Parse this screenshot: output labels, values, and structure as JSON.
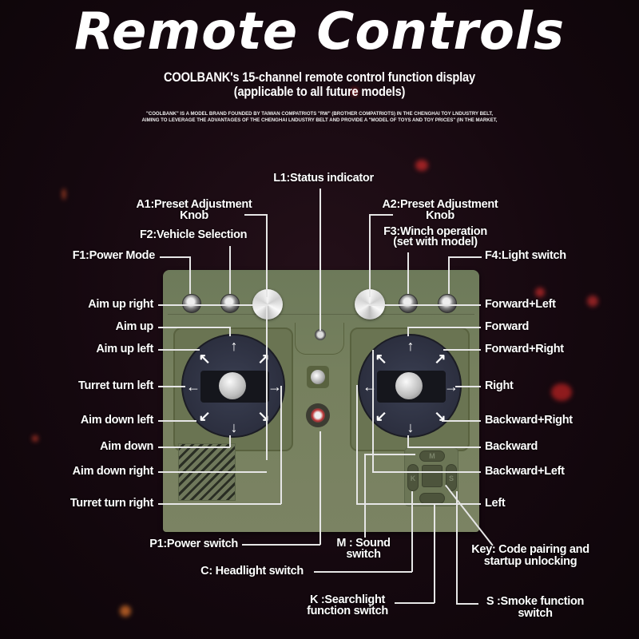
{
  "header": {
    "title": "Remote Controls",
    "subtitle_line1": "COOLBANK's 15-channel remote control function display",
    "subtitle_line2": "(applicable to all future models)",
    "blurb_line1": "\"COOLBANK\" IS A MODEL BRAND FOUNDED BY TAIWAN COMPATRIOTS   \"RW\"  (BROTHER COMPATRIOTS) IN THE CHENGHAI TOY LNDUSTRY BELT,",
    "blurb_line2": "AIMING TO LEVERAGE THE ADVANTAGES OF THE CHENGHAI LNDUSTRY BELT AND PROVIDE A \"MODEL OF TOYS AND TOY PRICES\" (IN THE MARKET,"
  },
  "top_labels": {
    "l1": "L1:Status indicator",
    "a1_line1": "A1:Preset Adjustment",
    "a1_line2": "Knob",
    "f2": "F2:Vehicle Selection",
    "f1": "F1:Power Mode",
    "a2_line1": "A2:Preset Adjustment",
    "a2_line2": "Knob",
    "f3_line1": "F3:Winch operation",
    "f3_line2": "(set with model)",
    "f4": "F4:Light switch"
  },
  "left_stick_labels": [
    "Aim up right",
    "Aim up",
    "Aim up left",
    "Turret turn left",
    "Aim down left",
    "Aim down",
    "Aim down right",
    "Turret turn right"
  ],
  "right_stick_labels": [
    "Forward+Left",
    "Forward",
    "Forward+Right",
    "Right",
    "Backward+Right",
    "Backward",
    "Backward+Left",
    "Left"
  ],
  "bottom_labels": {
    "p1": "P1:Power switch",
    "c": "C: Headlight switch",
    "m_line1": "M : Sound",
    "m_line2": "switch",
    "k_line1": "K :Searchlight",
    "k_line2": "function switch",
    "key_line1": "Key: Code pairing and",
    "key_line2": "startup unlocking",
    "s_line1": "S :Smoke function",
    "s_line2": "switch"
  },
  "dpad": {
    "up": "M",
    "left": "K",
    "right": "S",
    "down": ""
  },
  "colors": {
    "background": "#15080f",
    "controller_body": "#76805e",
    "label_text": "#ffffff",
    "leader_line": "#e6e6e6",
    "ember": "#d2302a"
  }
}
